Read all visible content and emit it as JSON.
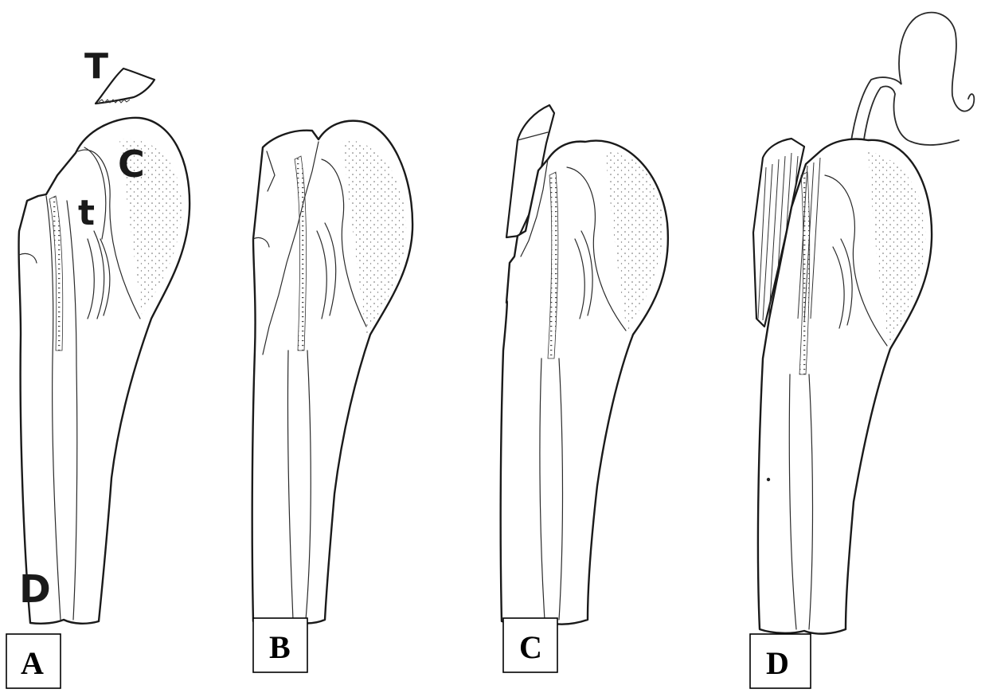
{
  "figure": {
    "panels": [
      {
        "id": "A",
        "label": "A"
      },
      {
        "id": "B",
        "label": "B"
      },
      {
        "id": "C",
        "label": "C"
      },
      {
        "id": "D",
        "label": "D"
      }
    ],
    "annotations": {
      "fragment_label": "T",
      "cap_label": "C",
      "tubercle_label": "t",
      "diaphysis_label": "D"
    }
  }
}
